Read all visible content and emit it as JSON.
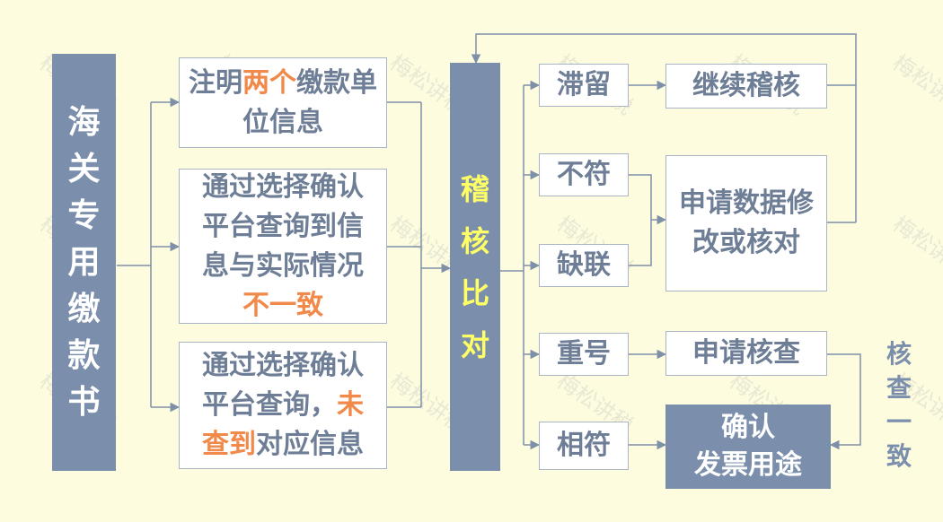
{
  "colors": {
    "background": "#fdfcdf",
    "box_dark": "#7b8fac",
    "box_border": "#a9b4c4",
    "text_gray": "#6e7e96",
    "highlight": "#f0894a",
    "title_yellow": "#ffff66",
    "connector": "#7e8fa8"
  },
  "left_title": [
    "海",
    "关",
    "专",
    "用",
    "缴",
    "款",
    "书"
  ],
  "situations": {
    "annotate": {
      "pre": "注明",
      "hl": "两个",
      "post": "缴款单位信息"
    },
    "mismatch": {
      "line1": "通过选择确认",
      "line2": "平台查询到信",
      "line3": "息与实际情况",
      "hl": "不一致"
    },
    "notfound": {
      "line1": "通过选择确认",
      "line2a": "平台查询，",
      "hl1": "未",
      "hl2": "查到",
      "post": "对应信息"
    }
  },
  "center_title": [
    "稽",
    "核",
    "比",
    "对"
  ],
  "results": {
    "stranded": "滞留",
    "mismatch": "不符",
    "missing": "缺联",
    "duplicate": "重号",
    "match": "相符"
  },
  "actions": {
    "continue_audit": "继续稽核",
    "apply_modify": "申请数据修改或核对",
    "apply_check": "申请核查",
    "confirm_use_line1": "确认",
    "confirm_use_line2": "发票用途"
  },
  "side_label": [
    "核",
    "查",
    "一",
    "致"
  ],
  "watermark": "梅松讲税"
}
